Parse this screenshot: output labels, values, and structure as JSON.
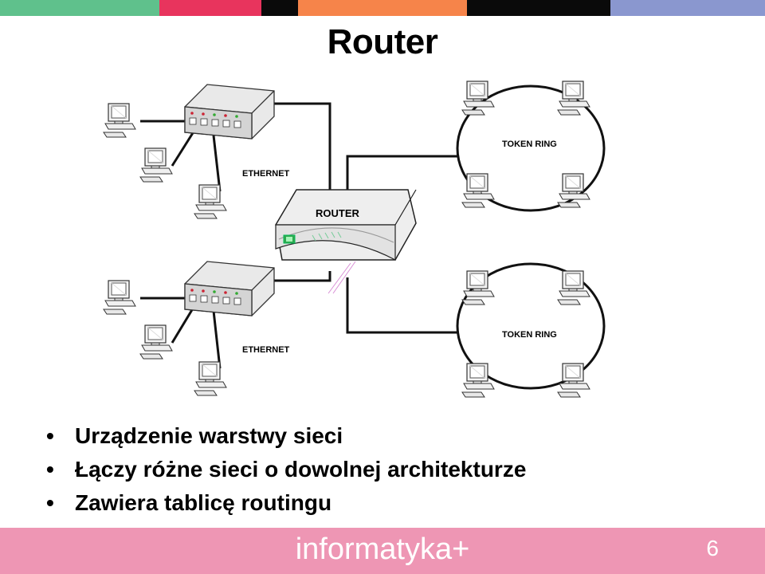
{
  "slide": {
    "title": "Router",
    "bullets": [
      "Urządzenie warstwy sieci",
      "Łączy różne sieci o dowolnej architekturze",
      "Zawiera tablicę routingu"
    ],
    "footer_brand": "informatyka+",
    "page_number": "6"
  },
  "top_bar_colors": [
    "#5fc18c",
    "#e8345d",
    "#0a0a0a",
    "#f6844a",
    "#0a0a0a",
    "#8a97cf"
  ],
  "footer_color": "#ee96b4",
  "diagram": {
    "router_label": "ROUTER",
    "switch_labels": [
      "ETHERNET",
      "ETHERNET"
    ],
    "ring_labels": [
      "TOKEN RING",
      "TOKEN RING"
    ],
    "icons": [
      "router-icon",
      "ethernet-switch-icon",
      "computer-icon",
      "token-ring-icon"
    ]
  }
}
